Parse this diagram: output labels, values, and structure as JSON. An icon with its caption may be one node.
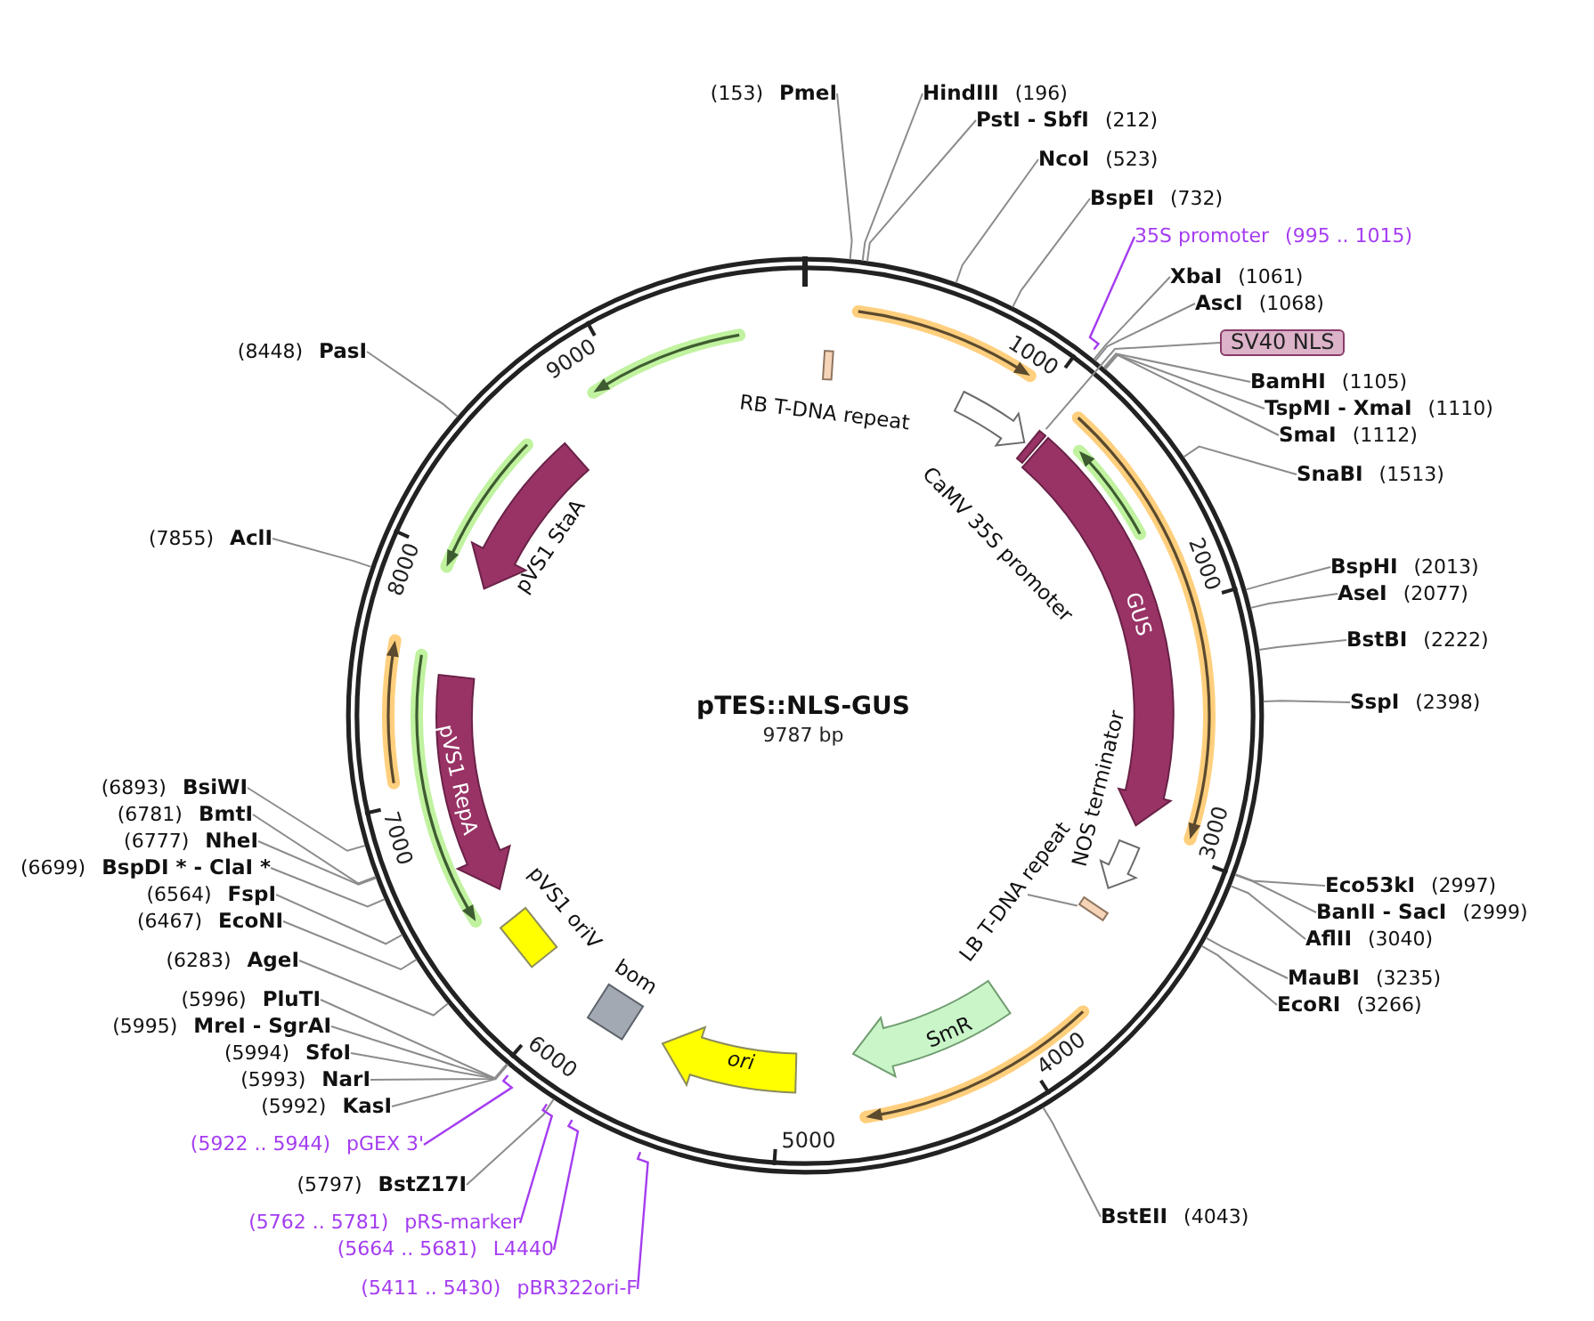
{
  "diagram": {
    "title": "pTES::NLS-GUS",
    "nodes": [
      {
        "text": [
          "(153)",
          "PmeI"
        ]
      },
      {
        "text": [
          "HindIII",
          "(196)"
        ]
      },
      {
        "text": [
          "PstI - SbfI",
          "(212)"
        ]
      },
      {
        "text": [
          "NcoI",
          "(523)"
        ]
      },
      {
        "text": [
          "BspEI",
          "(732)"
        ]
      },
      {
        "text": [
          "35S promoter",
          "(995 .. 1015)"
        ]
      },
      {
        "text": [
          "XbaI",
          "(1061)"
        ]
      },
      {
        "text": [
          "AscI",
          "(1068)"
        ]
      },
      {
        "text": [
          "SV40 NLS"
        ]
      },
      {
        "text": [
          "BamHI",
          "(1105)"
        ]
      },
      {
        "text": [
          "TspMI - XmaI",
          "(1110)"
        ]
      },
      {
        "text": [
          "SmaI",
          "(1112)"
        ]
      },
      {
        "text": [
          "SnaBI",
          "(1513)"
        ]
      },
      {
        "text": [
          "BspHI",
          "(2013)"
        ]
      },
      {
        "text": [
          "AseI",
          "(2077)"
        ]
      },
      {
        "text": [
          "BstBI",
          "(2222)"
        ]
      },
      {
        "text": [
          "SspI",
          "(2398)"
        ]
      },
      {
        "text": [
          "Eco53kI",
          "(2997)"
        ]
      },
      {
        "text": [
          "BanII - SacI",
          "(2999)"
        ]
      },
      {
        "text": [
          "AflII",
          "(3040)"
        ]
      },
      {
        "text": [
          "MauBI",
          "(3235)"
        ]
      },
      {
        "text": [
          "EcoRI",
          "(3266)"
        ]
      },
      {
        "text": [
          "BstEII",
          "(4043)"
        ]
      },
      {
        "text": [
          "(8448)",
          "PasI"
        ]
      },
      {
        "text": [
          "(7855)",
          "AclI"
        ]
      },
      {
        "text": [
          "(6893)",
          "BsiWI"
        ]
      },
      {
        "text": [
          "(6781)",
          "BmtI"
        ]
      },
      {
        "text": [
          "(6777)",
          "NheI"
        ]
      },
      {
        "text": [
          "(6699)",
          "BspDI * - ClaI *"
        ]
      },
      {
        "text": [
          "(6564)",
          "FspI"
        ]
      },
      {
        "text": [
          "(6467)",
          "EcoNI"
        ]
      },
      {
        "text": [
          "(6283)",
          "AgeI"
        ]
      },
      {
        "text": [
          "(5996)",
          "PluTI"
        ]
      },
      {
        "text": [
          "(5995)",
          "MreI - SgrAI"
        ]
      },
      {
        "text": [
          "(5994)",
          "SfoI"
        ]
      },
      {
        "text": [
          "(5993)",
          "NarI"
        ]
      },
      {
        "text": [
          "(5992)",
          "KasI"
        ]
      },
      {
        "text": [
          "(5922 .. 5944)",
          "pGEX 3'"
        ]
      },
      {
        "text": [
          "(5797)",
          "BstZ17I"
        ]
      },
      {
        "text": [
          "(5762 .. 5781)",
          "pRS-marker"
        ]
      },
      {
        "text": [
          "(5664 .. 5681)",
          "L4440"
        ]
      },
      {
        "text": [
          "(5411 .. 5430)",
          "pBR322ori-F"
        ]
      },
      {
        "text": [
          "RB T-DNA repeat"
        ]
      },
      {
        "text": [
          "CaMV 35S promoter"
        ]
      },
      {
        "text": [],
        "shape": "bar"
      },
      {
        "text": [
          "GUS"
        ]
      },
      {
        "text": [
          "NOS terminator"
        ]
      },
      {
        "text": [
          "LB T-DNA repeat"
        ]
      },
      {
        "text": [],
        "shape": "box"
      },
      {
        "text": [
          "SmR"
        ]
      },
      {
        "text": [
          "ori"
        ]
      },
      {
        "text": [
          "bom"
        ]
      },
      {
        "text": [
          "pVS1 oriV"
        ]
      },
      {
        "text": [
          "pVS1 RepA"
        ]
      },
      {
        "text": [
          "pVS1 StaA"
        ]
      }
    ],
    "edges": [
      {
        "from": 0,
        "to": null,
        "arrow": "none"
      },
      {
        "from": 1,
        "to": null,
        "arrow": "none"
      },
      {
        "from": 2,
        "to": null,
        "arrow": "none"
      },
      {
        "from": 3,
        "to": null,
        "arrow": "none"
      },
      {
        "from": 4,
        "to": null,
        "arrow": "none"
      },
      {
        "from": 5,
        "to": null,
        "arrow": "none",
        "color": "#a43cf0"
      },
      {
        "from": 6,
        "to": null,
        "arrow": "none"
      },
      {
        "from": 7,
        "to": null,
        "arrow": "none"
      },
      {
        "from": 8,
        "to": 44,
        "arrow": "none"
      },
      {
        "from": 9,
        "to": null,
        "arrow": "none"
      },
      {
        "from": 10,
        "to": null,
        "arrow": "none"
      },
      {
        "from": 11,
        "to": null,
        "arrow": "none"
      },
      {
        "from": 12,
        "to": null,
        "arrow": "none"
      },
      {
        "from": 13,
        "to": null,
        "arrow": "none"
      },
      {
        "from": 14,
        "to": null,
        "arrow": "none"
      },
      {
        "from": 15,
        "to": null,
        "arrow": "none"
      },
      {
        "from": 16,
        "to": null,
        "arrow": "none"
      },
      {
        "from": 17,
        "to": null,
        "arrow": "none"
      },
      {
        "from": 18,
        "to": null,
        "arrow": "none"
      },
      {
        "from": 19,
        "to": null,
        "arrow": "none"
      },
      {
        "from": 20,
        "to": null,
        "arrow": "none"
      },
      {
        "from": 21,
        "to": null,
        "arrow": "none"
      },
      {
        "from": 22,
        "to": null,
        "arrow": "none"
      },
      {
        "from": 23,
        "to": null,
        "arrow": "none"
      },
      {
        "from": 24,
        "to": null,
        "arrow": "none"
      },
      {
        "from": 25,
        "to": null,
        "arrow": "none"
      },
      {
        "from": 26,
        "to": null,
        "arrow": "none"
      },
      {
        "from": 27,
        "to": null,
        "arrow": "none"
      },
      {
        "from": 28,
        "to": null,
        "arrow": "none"
      },
      {
        "from": 29,
        "to": null,
        "arrow": "none"
      },
      {
        "from": 30,
        "to": null,
        "arrow": "none"
      },
      {
        "from": 31,
        "to": null,
        "arrow": "none"
      },
      {
        "from": 32,
        "to": null,
        "arrow": "none"
      },
      {
        "from": 33,
        "to": null,
        "arrow": "none"
      },
      {
        "from": 34,
        "to": null,
        "arrow": "none"
      },
      {
        "from": 35,
        "to": null,
        "arrow": "none"
      },
      {
        "from": 36,
        "to": null,
        "arrow": "none"
      },
      {
        "from": 37,
        "to": null,
        "arrow": "none",
        "color": "#a43cf0"
      },
      {
        "from": 38,
        "to": null,
        "arrow": "none"
      },
      {
        "from": 39,
        "to": null,
        "arrow": "none",
        "color": "#a43cf0"
      },
      {
        "from": 40,
        "to": null,
        "arrow": "none",
        "color": "#a43cf0"
      },
      {
        "from": 41,
        "to": null,
        "arrow": "none",
        "color": "#a43cf0"
      },
      {
        "from": 47,
        "to": 48,
        "arrow": "none"
      }
    ],
    "labels": [
      "1000",
      "2000",
      "3000",
      "4000",
      "5000",
      "6000",
      "7000",
      "8000",
      "9000",
      "9787 bp"
    ]
  }
}
